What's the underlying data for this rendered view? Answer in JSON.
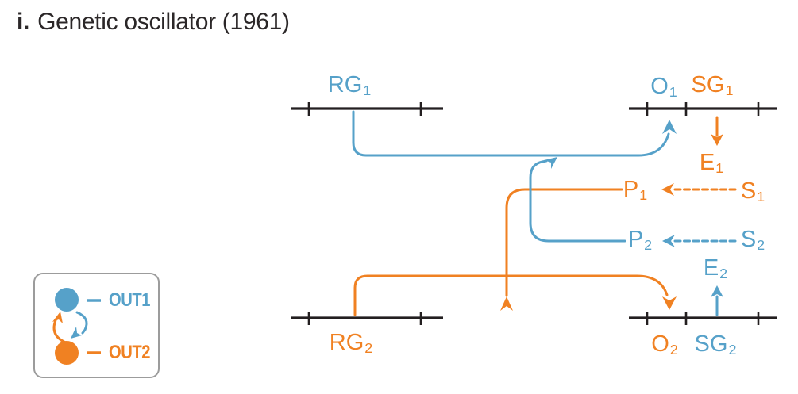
{
  "title": {
    "index": "i.",
    "text": "Genetic oscillator (1961)"
  },
  "colors": {
    "blue": "#56A1C9",
    "orange": "#F08122",
    "line": "#231F20",
    "ink": "#2B2728",
    "legend-border": "#9C9C9C",
    "bg": "#FFFFFF"
  },
  "diagram": {
    "labels": {
      "rg1": {
        "base": "RG",
        "sub": "1"
      },
      "o1": {
        "base": "O",
        "sub": "1"
      },
      "sg1": {
        "base": "SG",
        "sub": "1"
      },
      "e1": {
        "base": "E",
        "sub": "1"
      },
      "p1": {
        "base": "P",
        "sub": "1"
      },
      "s1": {
        "base": "S",
        "sub": "1"
      },
      "p2": {
        "base": "P",
        "sub": "2"
      },
      "s2": {
        "base": "S",
        "sub": "2"
      },
      "e2": {
        "base": "E",
        "sub": "2"
      },
      "rg2": {
        "base": "RG",
        "sub": "2"
      },
      "o2": {
        "base": "O",
        "sub": "2"
      },
      "sg2": {
        "base": "SG",
        "sub": "2"
      }
    },
    "relations": [
      {
        "from": "RG1",
        "to": "O1",
        "style": "solid-arrow",
        "color": "blue"
      },
      {
        "from": "P2",
        "to": "RG1-O1 line",
        "style": "solid-arrow",
        "color": "blue"
      },
      {
        "from": "SG1",
        "to": "E1",
        "style": "solid-arrow",
        "color": "orange"
      },
      {
        "from": "S1",
        "to": "P1",
        "style": "dashed-arrow",
        "color": "orange"
      },
      {
        "from": "P1",
        "to": "RG2-O2 line",
        "style": "solid-arrow",
        "color": "orange"
      },
      {
        "from": "RG2",
        "to": "O2",
        "style": "solid-arrow",
        "color": "orange"
      },
      {
        "from": "SG2",
        "to": "E2",
        "style": "solid-arrow",
        "color": "blue"
      },
      {
        "from": "S2",
        "to": "P2",
        "style": "dashed-arrow",
        "color": "blue"
      }
    ]
  },
  "legend": {
    "items": [
      {
        "label": "OUT1",
        "color": "#56A1C9"
      },
      {
        "label": "OUT2",
        "color": "#F08122"
      }
    ],
    "relation": "mutual-cycle"
  }
}
